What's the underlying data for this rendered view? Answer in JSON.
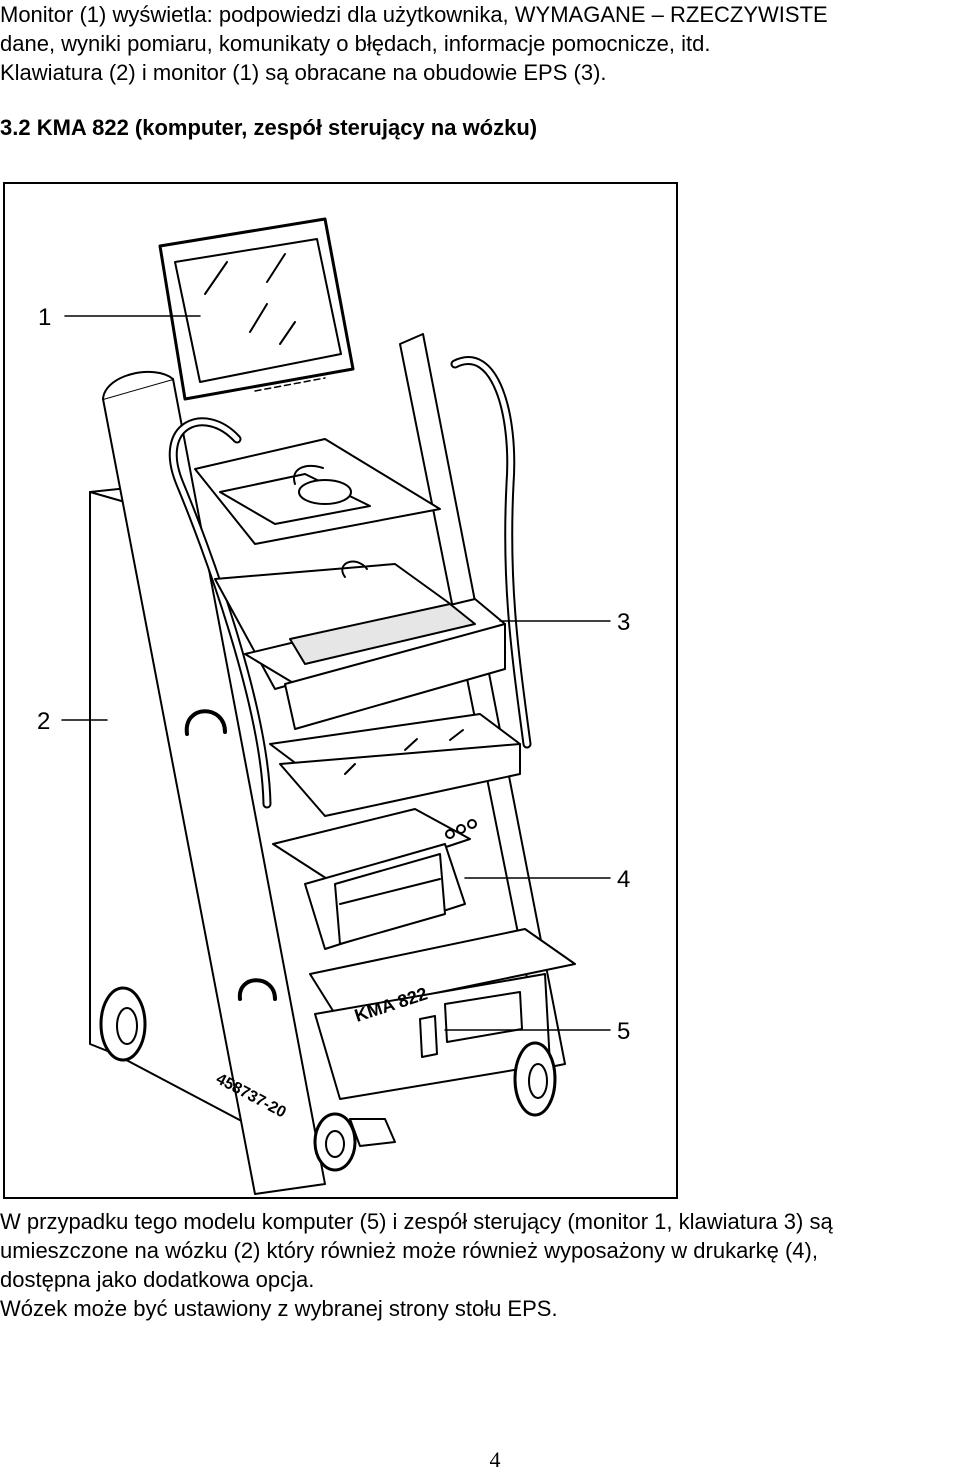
{
  "intro": {
    "lines": [
      "Monitor (1) wyświetla: podpowiedzi dla użytkownika, WYMAGANE – RZECZYWISTE",
      "dane, wyniki pomiaru, komunikaty o błędach, informacje pomocnicze, itd.",
      "Klawiatura (2) i monitor (1) są obracane na obudowie EPS (3)."
    ]
  },
  "section": {
    "title": "3.2 KMA 822 (komputer, zespół sterujący na wózku)"
  },
  "figure": {
    "callouts": [
      "1",
      "2",
      "3",
      "4",
      "5"
    ],
    "panel_label": "KMA 822",
    "drawing_number": "458737-20"
  },
  "caption": {
    "lines": [
      "W przypadku tego modelu komputer (5) i zespół sterujący (monitor 1, klawiatura 3) są",
      "umieszczone na wózku (2) który również może również wyposażony w drukarkę (4),",
      "dostępna jako dodatkowa opcja.",
      "Wózek może być ustawiony z wybranej strony stołu EPS."
    ]
  },
  "page_number": "4"
}
